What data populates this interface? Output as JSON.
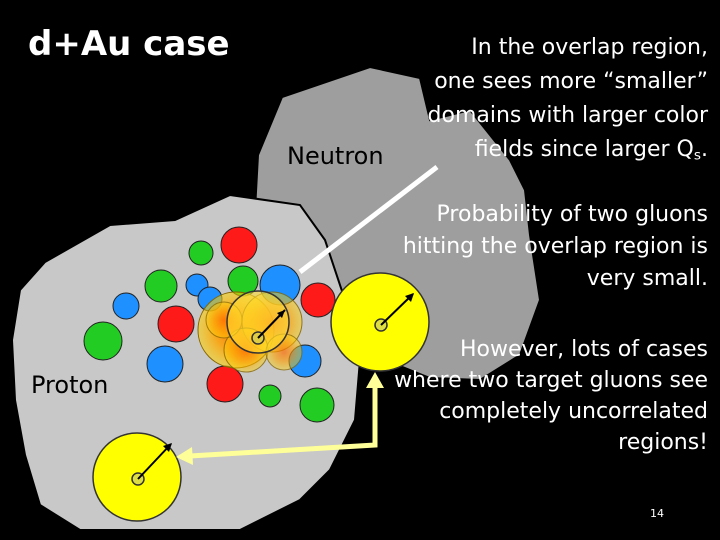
{
  "slide": {
    "title": "d+Au case",
    "page_number": "14"
  },
  "labels": {
    "neutron": "Neutron",
    "proton": "Proton"
  },
  "notes": {
    "overlap": {
      "line1": "In the overlap region,",
      "line2": "one sees more “smaller”",
      "line3": "domains with larger color",
      "line4": "fields since larger Q",
      "line4_sub": "s",
      "line4_end": "."
    },
    "probability": {
      "line1": "Probability of two gluons",
      "line2": "hitting the overlap region is",
      "line3": "very small."
    },
    "however": {
      "line1": "However, lots of cases",
      "line2": "where two target gluons see",
      "line3": "completely uncorrelated",
      "line4": "regions!"
    }
  },
  "colors": {
    "background": "#000000",
    "neutron_blob": "#9e9e9e",
    "proton_blob": "#c8c8c8",
    "color_domain_red": "#ff1a1a",
    "color_domain_green": "#22cc22",
    "color_domain_blue": "#1e90ff",
    "gluon_disk": "#ffff00",
    "arrow": "#ffffcc",
    "pointer_line": "#ffffff"
  }
}
